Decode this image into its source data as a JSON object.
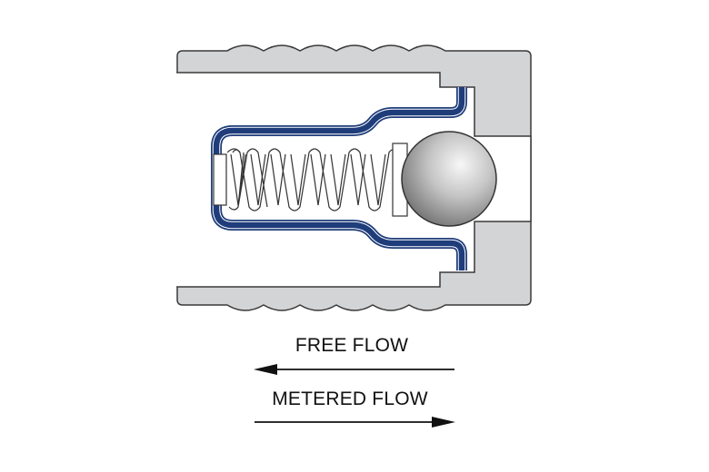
{
  "diagram": {
    "labels": {
      "free_flow": "FREE FLOW",
      "metered_flow": "METERED FLOW"
    },
    "arrows": {
      "free_flow_direction": "left",
      "metered_flow_direction": "right"
    },
    "colors": {
      "housing_fill": "#d3d4d6",
      "housing_stroke": "#3a3a3a",
      "cage_blue": "#1f3d7a",
      "spring_stroke": "#333333",
      "ball_light": "#f2f2f2",
      "ball_dark": "#6b6b6b",
      "text": "#111111"
    },
    "icons": {
      "ball": "check-ball",
      "spring": "coil-spring"
    }
  }
}
